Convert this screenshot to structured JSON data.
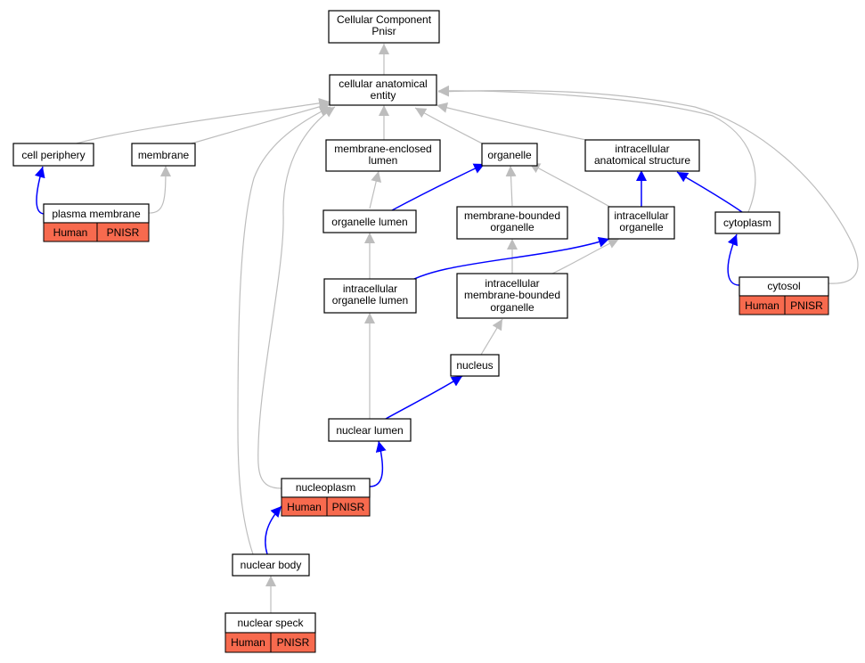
{
  "nodes": {
    "root": [
      "Cellular Component",
      "Pnisr"
    ],
    "cae": [
      "cellular anatomical",
      "entity"
    ],
    "periphery": [
      "cell periphery"
    ],
    "membrane": [
      "membrane"
    ],
    "mel": [
      "membrane-enclosed",
      "lumen"
    ],
    "organelle": [
      "organelle"
    ],
    "ias": [
      "intracellular",
      "anatomical structure"
    ],
    "pm": [
      "plasma membrane"
    ],
    "ol": [
      "organelle lumen"
    ],
    "mbo": [
      "membrane-bounded",
      "organelle"
    ],
    "io": [
      "intracellular",
      "organelle"
    ],
    "cytoplasm": [
      "cytoplasm"
    ],
    "cytosol": [
      "cytosol"
    ],
    "iol": [
      "intracellular",
      "organelle lumen"
    ],
    "imbo": [
      "intracellular",
      "membrane-bounded",
      "organelle"
    ],
    "nucleus": [
      "nucleus"
    ],
    "nlumen": [
      "nuclear lumen"
    ],
    "nplasm": [
      "nucleoplasm"
    ],
    "nbody": [
      "nuclear body"
    ],
    "nspeck": [
      "nuclear speck"
    ]
  },
  "tags": {
    "pm": [
      "Human",
      "PNISR"
    ],
    "cytosol": [
      "Human",
      "PNISR"
    ],
    "nplasm": [
      "Human",
      "PNISR"
    ],
    "nspeck": [
      "Human",
      "PNISR"
    ]
  },
  "colors": {
    "gray_edge": "#bdbdbd",
    "blue_edge": "#0000ff",
    "tag_fill": "#f76a4e"
  }
}
